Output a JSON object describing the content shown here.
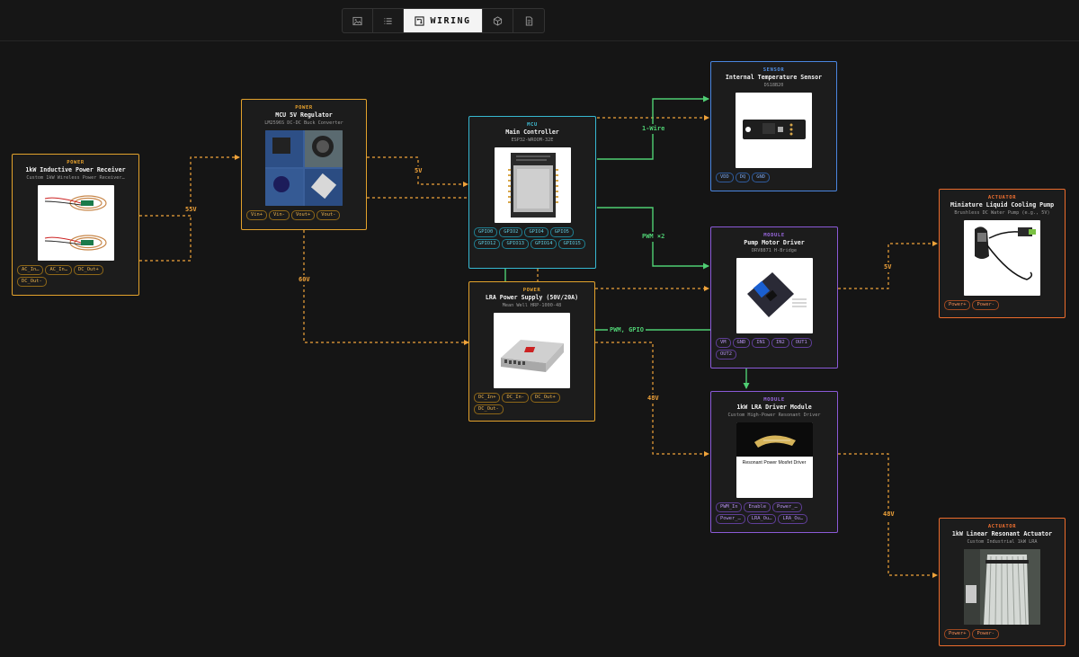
{
  "toolbar": {
    "tabs": [
      {
        "id": "image",
        "icon": "image-icon"
      },
      {
        "id": "list",
        "icon": "list-icon"
      },
      {
        "id": "wiring",
        "icon": "wiring-icon",
        "label": "WIRING",
        "active": true
      },
      {
        "id": "3d",
        "icon": "cube-icon"
      },
      {
        "id": "doc",
        "icon": "document-icon"
      }
    ]
  },
  "colors": {
    "power": "#e3a22c",
    "mcu": "#36b8d1",
    "sensor": "#4a86e0",
    "module": "#8b5ad8",
    "actuator": "#ec6c2c",
    "power_wire": "#f0a33a",
    "signal_wire": "#4fcf73",
    "background": "#151515"
  },
  "nodes": {
    "receiver": {
      "category": "POWER",
      "title": "1kW Inductive Power Receiver",
      "subtitle": "Custom 1kW Wireless Power Receiver…",
      "pins": [
        "AC_In…",
        "AC_In…",
        "DC_Out+",
        "DC_Out-"
      ]
    },
    "regulator": {
      "category": "POWER",
      "title": "MCU 5V Regulator",
      "subtitle": "LM2596S DC-DC Buck Converter",
      "pins": [
        "Vin+",
        "Vin-",
        "Vout+",
        "Vout-"
      ]
    },
    "mcu": {
      "category": "MCU",
      "title": "Main Controller",
      "subtitle": "ESP32-WROOM-32E",
      "pins": [
        "GPIO0",
        "GPIO2",
        "GPIO4",
        "GPIO5",
        "GPIO12",
        "GPIO13",
        "GPIO14",
        "GPIO15"
      ]
    },
    "psu": {
      "category": "POWER",
      "title": "LRA Power Supply (50V/20A)",
      "subtitle": "Mean Well HRP-1000-48",
      "pins": [
        "DC_In+",
        "DC_In-",
        "DC_Out+",
        "DC_Out-"
      ]
    },
    "sensor": {
      "category": "SENSOR",
      "title": "Internal Temperature Sensor",
      "subtitle": "DS18B20",
      "pins": [
        "VDD",
        "DQ",
        "GND"
      ]
    },
    "motor_driver": {
      "category": "MODULE",
      "title": "Pump Motor Driver",
      "subtitle": "DRV8871 H-Bridge",
      "pins": [
        "VM",
        "GND",
        "IN1",
        "IN2",
        "OUT1",
        "OUT2"
      ]
    },
    "lra_driver": {
      "category": "MODULE",
      "title": "1kW LRA Driver Module",
      "subtitle": "Custom High-Power Resonant Driver",
      "pins": [
        "PWM_In",
        "Enable",
        "Power_…",
        "Power_…",
        "LRA_Ou…",
        "LRA_Ou…"
      ],
      "image_caption": "Resonant Power Mosfet Driver"
    },
    "pump": {
      "category": "ACTUATOR",
      "title": "Miniature Liquid Cooling Pump",
      "subtitle": "Brushless DC Water Pump (e.g., 5V)",
      "pins": [
        "Power+",
        "Power-"
      ]
    },
    "lra": {
      "category": "ACTUATOR",
      "title": "1kW Linear Resonant Actuator",
      "subtitle": "Custom Industrial 1kW LRA",
      "pins": [
        "Power+",
        "Power-"
      ]
    }
  },
  "wire_labels": {
    "w55v": "55V",
    "w60v": "60V",
    "w5v_mcu": "5V",
    "w1wire": "1-Wire",
    "wpwm2": "PWM ×2",
    "wpwmgpio": "PWM, GPIO",
    "w48v_a": "48V",
    "w5v_pump": "5V",
    "w48v_b": "48V"
  }
}
